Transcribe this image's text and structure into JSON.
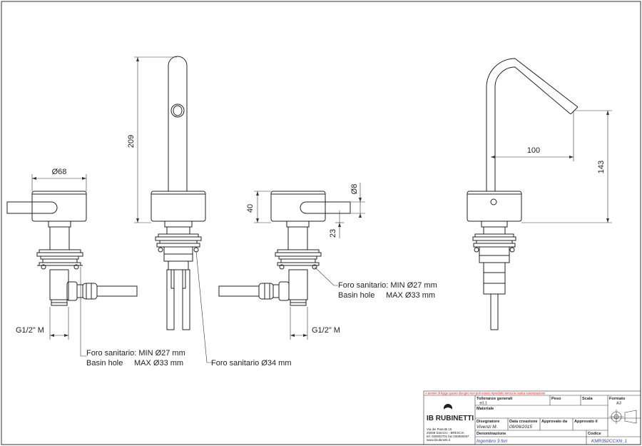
{
  "dimensions": {
    "cold_handle_diameter": "Ø68",
    "spout_height": "209",
    "hot_handle_height": "40",
    "lever_diameter": "Ø8",
    "lever_offset": "23",
    "spout_reach": "100",
    "spout_outlet_height": "143",
    "thread_left": "G1/2\" M",
    "thread_right": "G1/2\" M"
  },
  "notes": {
    "left_hole_line1": "Foro sanitario: MIN Ø27 mm",
    "left_hole_line2_a": "Basin hole",
    "left_hole_line2_b": "MAX Ø33 mm",
    "center_hole": "Foro sanitario Ø34 mm",
    "right_hole_line1": "Foro sanitario: MIN Ø27 mm",
    "right_hole_line2_a": "Basin hole",
    "right_hole_line2_b": "MAX Ø33 mm"
  },
  "title_block": {
    "warning": "A termini di legge questo disegno non può essere riprodotto senza la nostra autorizzazione",
    "brand": "IB RUBINETTI",
    "address_1": "Via dei Pianotti 15",
    "address_2": "25068 Sarezzo - BRESCIA",
    "address_3": "tel. 030802701 fax 030806097",
    "address_4": "www.ibrubinetti.it",
    "tolerance_label": "Tolleranze generali",
    "tolerance_value": "±0,1",
    "weight_label": "Peso",
    "scale_label": "Scala",
    "format_label": "Formato",
    "format_value": "A3",
    "material_label": "Materiale",
    "drafter_label": "Disegnatore",
    "drafter_value": "Vivenzi M.",
    "created_label": "Data creazione",
    "created_value": "09/06/2015",
    "approved_by_label": "Approvato da",
    "approved_on_label": "Approvato il",
    "name_label": "Denominazione",
    "name_value": "Ingombro 3 fori",
    "code_label": "Codice",
    "code_value": "KMR392CCXN_1"
  }
}
